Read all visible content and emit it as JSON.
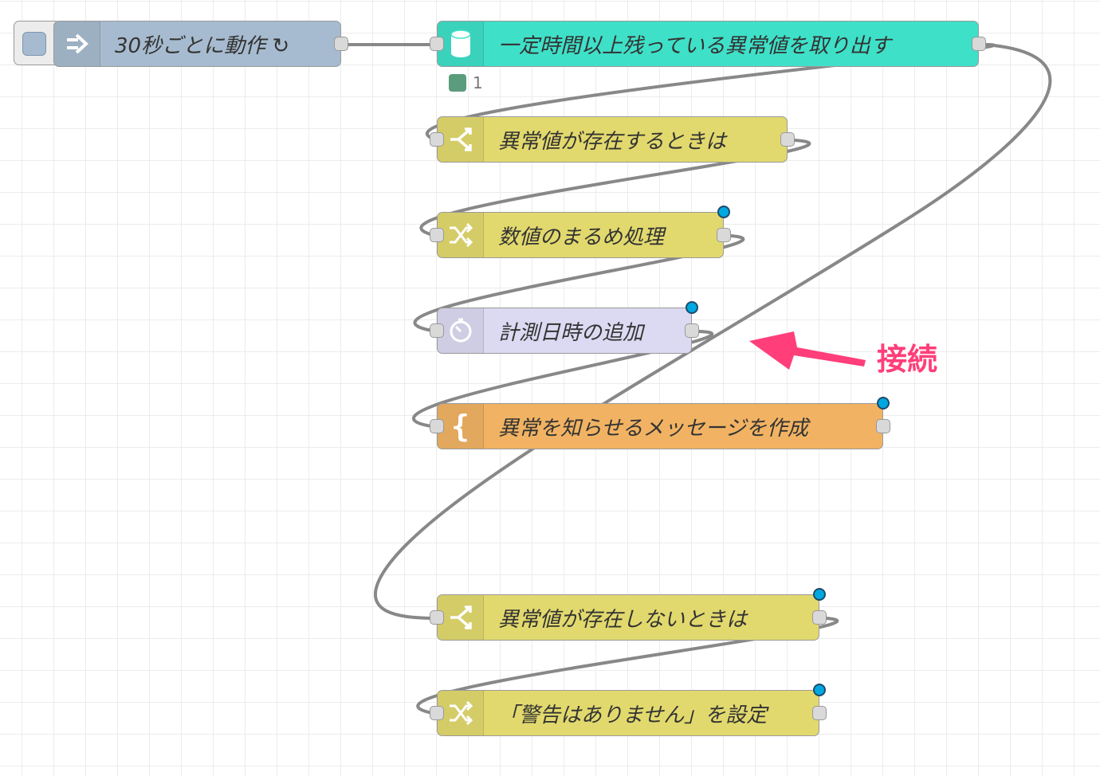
{
  "flow": {
    "nodes": [
      {
        "id": "inject",
        "label": "30秒ごとに動作 ↻",
        "icon": "arrow-right-icon",
        "color": "#a6bbcf"
      },
      {
        "id": "db",
        "label": "一定時間以上残っている異常値を取り出す",
        "icon": "database-icon",
        "color": "#3fe0c8"
      },
      {
        "id": "switch1",
        "label": "異常値が存在するときは",
        "icon": "switch-icon",
        "color": "#e2d96e"
      },
      {
        "id": "change1",
        "label": "数値のまるめ処理",
        "icon": "shuffle-icon",
        "color": "#e2d96e"
      },
      {
        "id": "datetime",
        "label": "計測日時の追加",
        "icon": "timer-icon",
        "color": "#dcdaf2"
      },
      {
        "id": "template",
        "label": "異常を知らせるメッセージを作成",
        "icon": "brace-icon",
        "color": "#f1b363"
      },
      {
        "id": "switch2",
        "label": "異常値が存在しないときは",
        "icon": "switch-icon",
        "color": "#e2d96e"
      },
      {
        "id": "change2",
        "label": "「警告はありません」を設定",
        "icon": "shuffle-icon",
        "color": "#e2d96e"
      }
    ],
    "status_count": "1",
    "annotation_label": "接続"
  }
}
